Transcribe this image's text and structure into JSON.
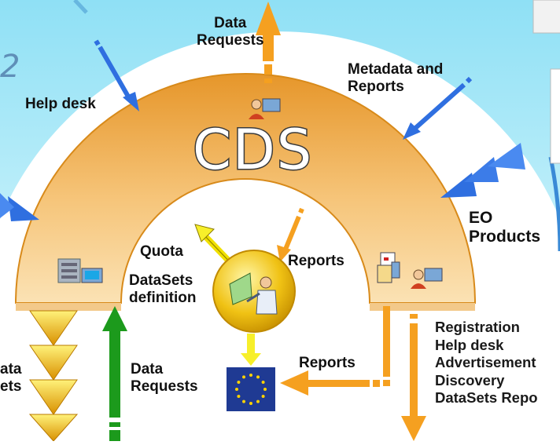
{
  "center_title": "CDS",
  "labels": {
    "top_data_requests": "Data\nRequests",
    "help_desk": "Help desk",
    "metadata_reports": "Metadata and\nReports",
    "eo_products": "EO\nProducts",
    "quota": "Quota",
    "datasets_definition": "DataSets\ndefinition",
    "inner_reports": "Reports",
    "bottom_reports": "Reports",
    "left_data": "ata\nets",
    "green_data_requests": "Data\nRequests"
  },
  "services_list": [
    "Registration",
    "Help desk",
    "Advertisement",
    "Discovery",
    "DataSets Repo"
  ],
  "colors": {
    "arc_orange": "#f2a83a",
    "arrow_orange": "#f5a020",
    "arrow_blue": "#2f6fe0",
    "arrow_green": "#1c9a1c",
    "funnel_gold": "#e6a800",
    "sky_top": "#7ad7f0",
    "eu_blue": "#1f3a93",
    "eu_star": "#ffd200"
  },
  "icons": [
    "server-icon",
    "person-computer-icon",
    "presenter-icon",
    "eu-flag-icon",
    "reports-icon"
  ]
}
